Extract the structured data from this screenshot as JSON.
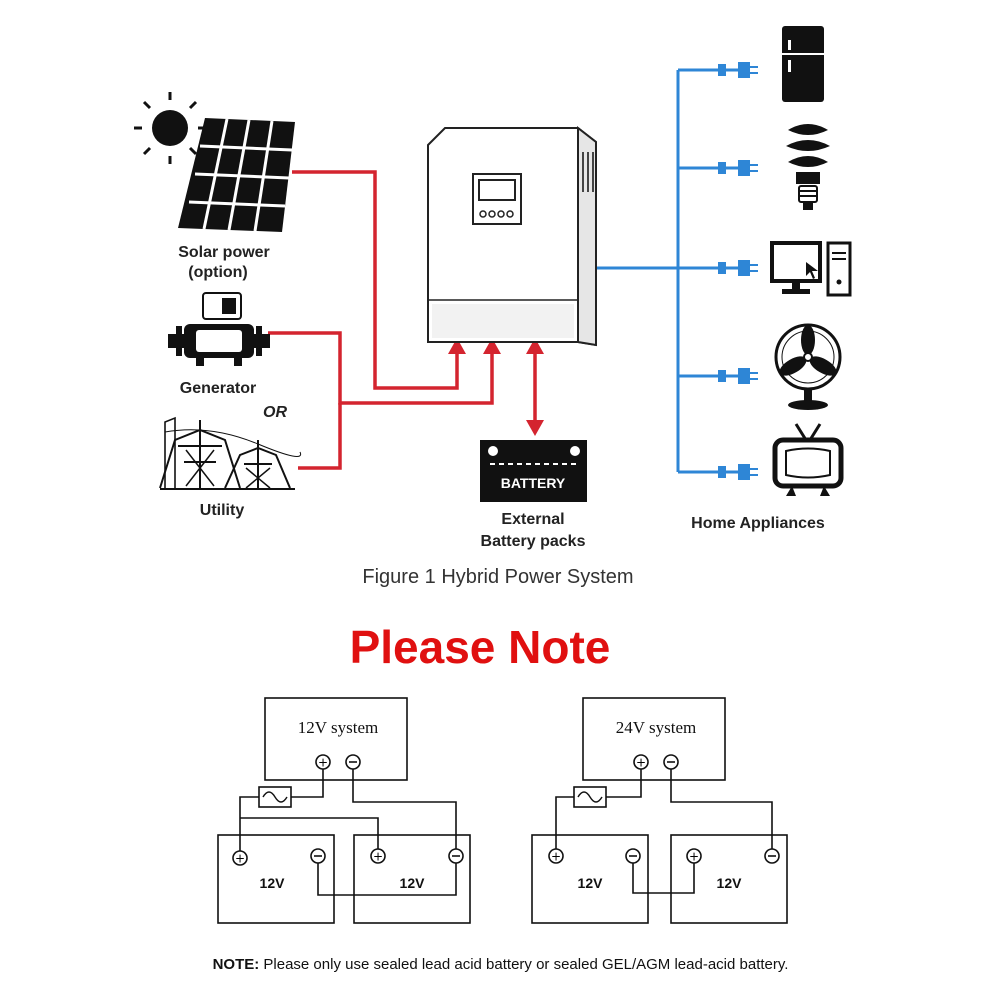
{
  "top_diagram": {
    "sources": {
      "solar_label_line1": "Solar power",
      "solar_label_line2": "(option)",
      "generator_label": "Generator",
      "or_label": "OR",
      "utility_label": "Utility"
    },
    "battery": {
      "body_label": "BATTERY",
      "caption_line1": "External",
      "caption_line2": "Battery packs"
    },
    "appliances_label": "Home Appliances",
    "figure_caption": "Figure 1 Hybrid Power System",
    "colors": {
      "ac_input": "#d4242f",
      "ac_output": "#2e86d6"
    },
    "appliance_icons": [
      "fridge-icon",
      "bulb-icon",
      "computer-icon",
      "fan-icon",
      "tv-icon"
    ]
  },
  "please_note": {
    "title": "Please Note",
    "color": "#e01010"
  },
  "wiring": {
    "left": {
      "system_label": "12V system",
      "battery_labels": [
        "12V",
        "12V"
      ]
    },
    "right": {
      "system_label": "24V system",
      "battery_labels": [
        "12V",
        "12V"
      ]
    }
  },
  "note": {
    "prefix": "NOTE:",
    "text": " Please only use sealed lead acid battery or sealed GEL/AGM lead-acid battery."
  }
}
